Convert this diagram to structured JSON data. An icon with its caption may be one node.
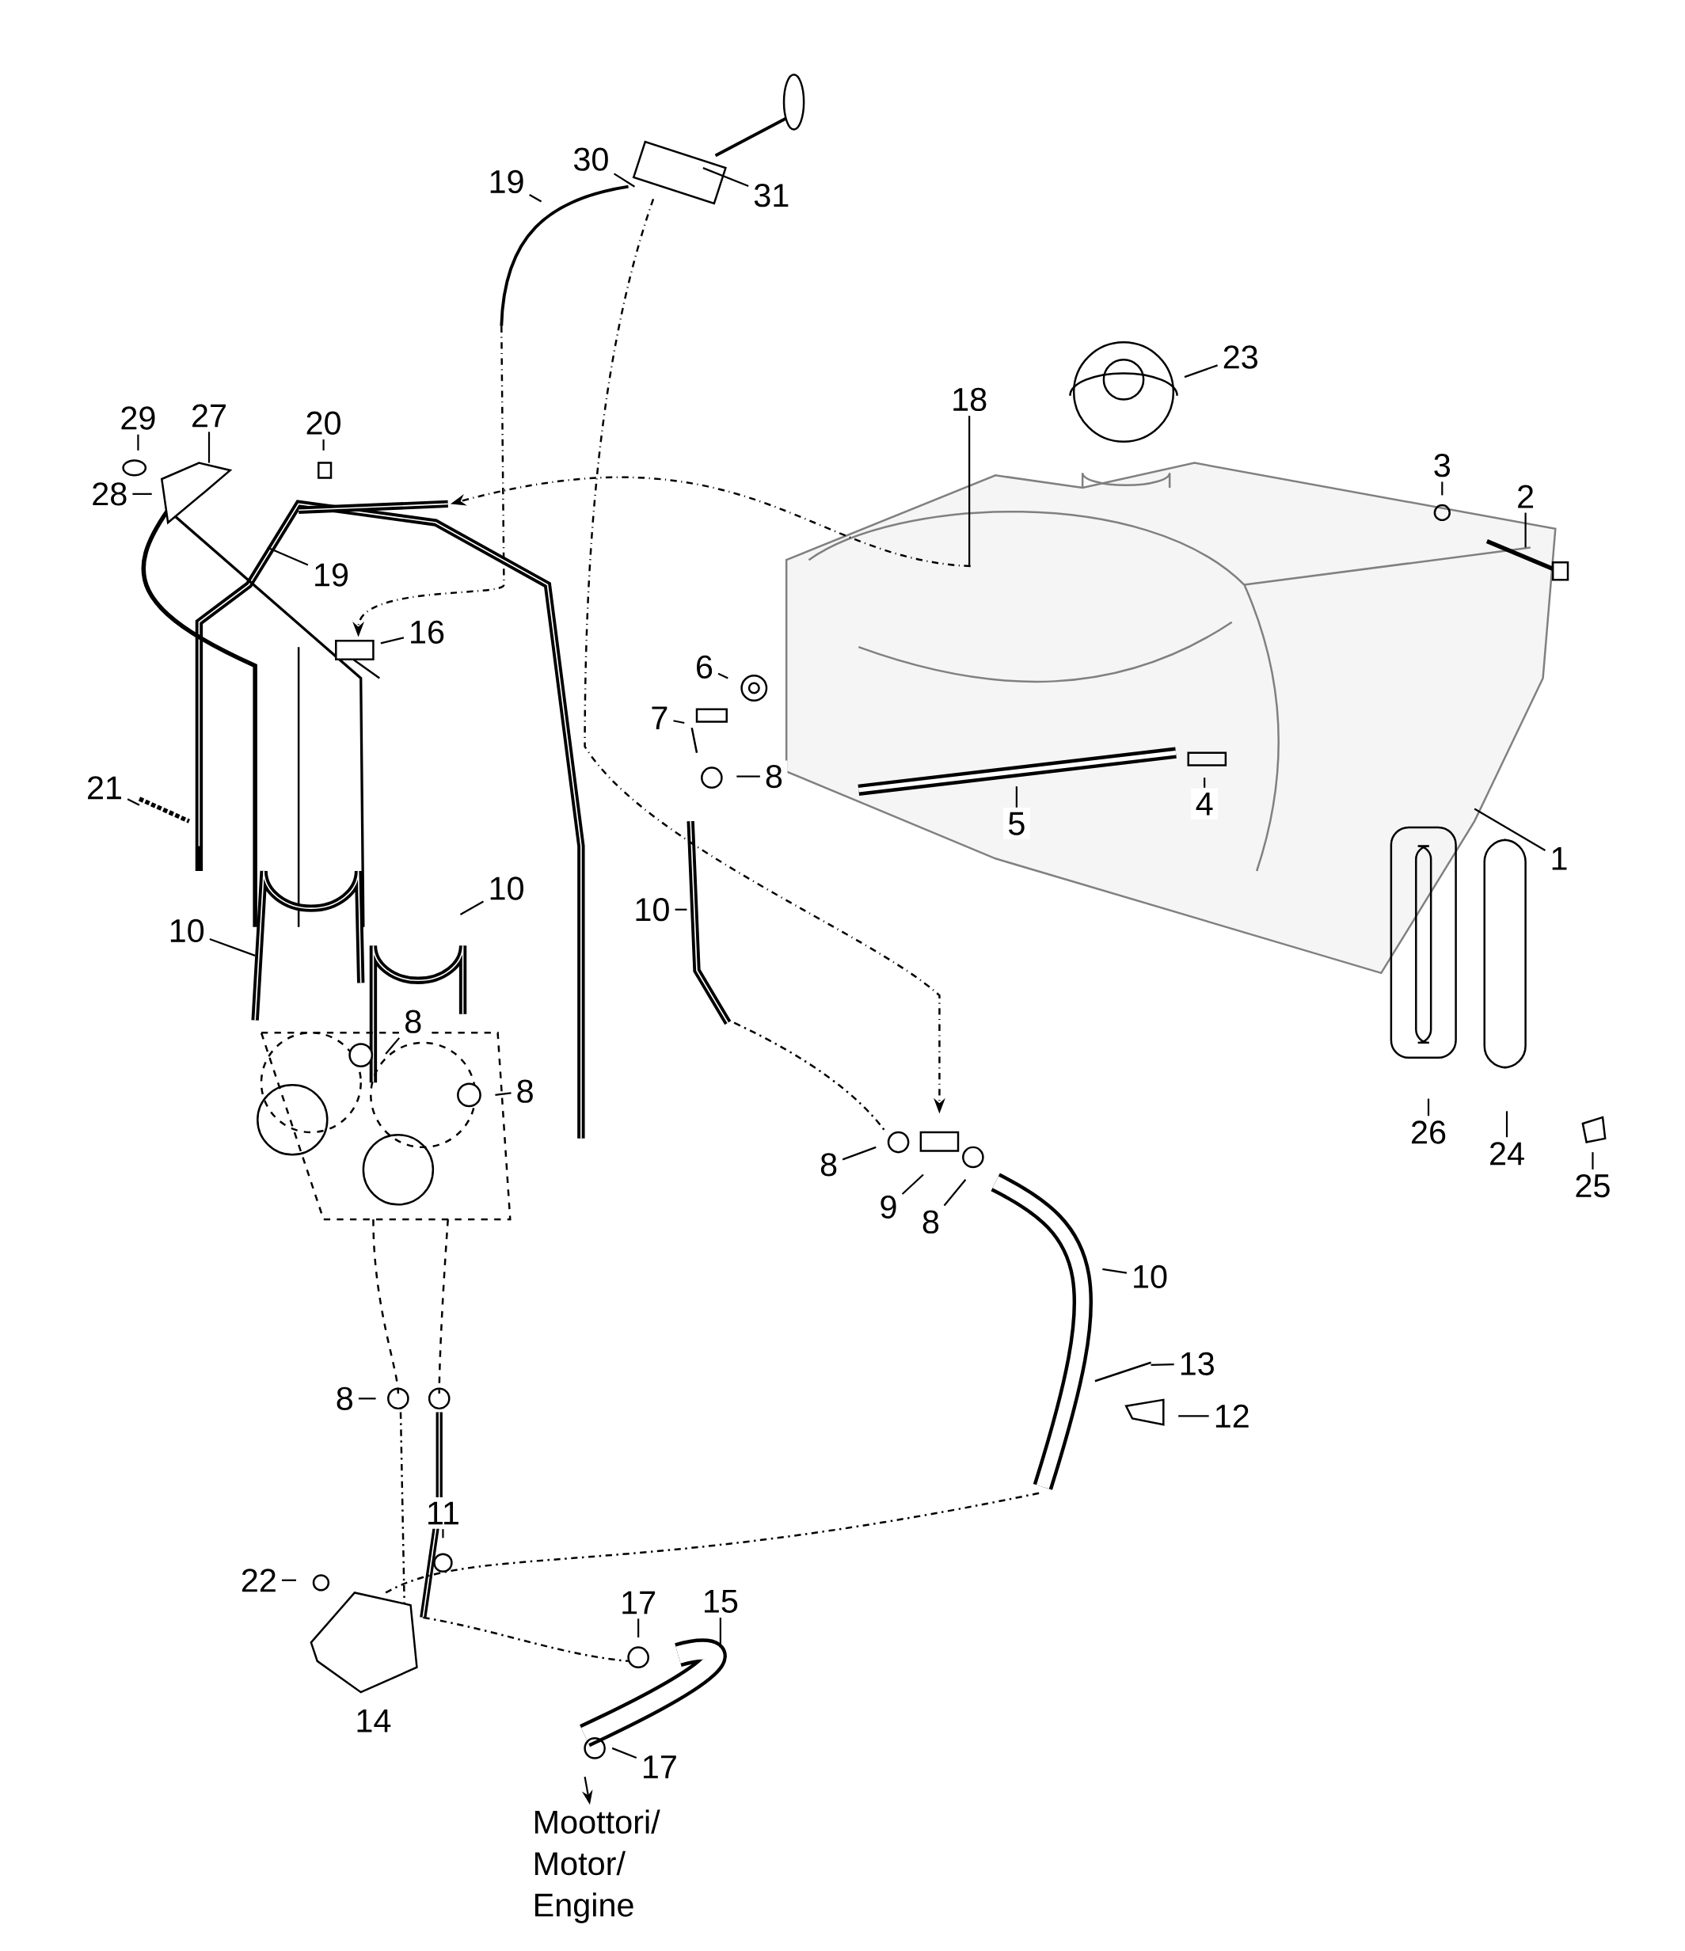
{
  "diagram": {
    "nodes": [
      {
        "text": [
          "30"
        ]
      },
      {
        "text": [
          "31"
        ]
      },
      {
        "text": [
          "19"
        ]
      },
      {
        "text": [
          "23"
        ]
      },
      {
        "text": [
          "18"
        ]
      },
      {
        "text": [
          "3"
        ]
      },
      {
        "text": [
          "2"
        ]
      },
      {
        "text": [
          "29"
        ]
      },
      {
        "text": [
          "27"
        ]
      },
      {
        "text": [
          "28"
        ]
      },
      {
        "text": [
          "20"
        ]
      },
      {
        "text": [
          "19"
        ]
      },
      {
        "text": [
          "16"
        ]
      },
      {
        "text": [
          "6"
        ]
      },
      {
        "text": [
          "7"
        ]
      },
      {
        "text": [
          "8"
        ]
      },
      {
        "text": [
          "21"
        ]
      },
      {
        "text": [
          "5"
        ]
      },
      {
        "text": [
          "4"
        ]
      },
      {
        "text": [
          "1"
        ]
      },
      {
        "text": [
          "10"
        ]
      },
      {
        "text": [
          "10"
        ]
      },
      {
        "text": [
          "10"
        ]
      },
      {
        "text": [
          "8"
        ]
      },
      {
        "text": [
          "8"
        ]
      },
      {
        "text": [
          "26"
        ]
      },
      {
        "text": [
          "24"
        ]
      },
      {
        "text": [
          "25"
        ]
      },
      {
        "text": [
          "8"
        ]
      },
      {
        "text": [
          "9"
        ]
      },
      {
        "text": [
          "8"
        ]
      },
      {
        "text": [
          "10"
        ]
      },
      {
        "text": [
          "13"
        ]
      },
      {
        "text": [
          "12"
        ]
      },
      {
        "text": [
          "8"
        ]
      },
      {
        "text": [
          "11"
        ]
      },
      {
        "text": [
          "22"
        ]
      },
      {
        "text": [
          "17"
        ]
      },
      {
        "text": [
          "15"
        ]
      },
      {
        "text": [
          "17"
        ]
      },
      {
        "text": [
          "Moottori/ Motor/ Engine"
        ]
      }
    ],
    "edges": [
      {
        "from": 0,
        "to": null,
        "arrow": "none"
      },
      {
        "from": 1,
        "to": null,
        "arrow": "none"
      },
      {
        "from": 2,
        "to": null,
        "arrow": "none"
      },
      {
        "from": 3,
        "to": null,
        "arrow": "none"
      },
      {
        "from": 4,
        "to": null,
        "arrow": "none"
      },
      {
        "from": 5,
        "to": null,
        "arrow": "none"
      },
      {
        "from": 6,
        "to": null,
        "arrow": "none"
      },
      {
        "from": 7,
        "to": null,
        "arrow": "none"
      },
      {
        "from": 8,
        "to": null,
        "arrow": "none"
      },
      {
        "from": 9,
        "to": null,
        "arrow": "none"
      },
      {
        "from": 10,
        "to": null,
        "arrow": "none"
      },
      {
        "from": 11,
        "to": null,
        "arrow": "none"
      },
      {
        "from": 12,
        "to": null,
        "arrow": "none"
      },
      {
        "from": 13,
        "to": null,
        "arrow": "none"
      },
      {
        "from": 14,
        "to": null,
        "arrow": "none"
      },
      {
        "from": 15,
        "to": null,
        "arrow": "none"
      },
      {
        "from": 16,
        "to": null,
        "arrow": "none"
      },
      {
        "from": 17,
        "to": null,
        "arrow": "none"
      },
      {
        "from": 18,
        "to": null,
        "arrow": "none"
      },
      {
        "from": 19,
        "to": null,
        "arrow": "none"
      },
      {
        "from": 20,
        "to": null,
        "arrow": "none"
      },
      {
        "from": 21,
        "to": null,
        "arrow": "none"
      },
      {
        "from": 22,
        "to": null,
        "arrow": "none"
      },
      {
        "from": 23,
        "to": null,
        "arrow": "none"
      },
      {
        "from": 24,
        "to": null,
        "arrow": "none"
      },
      {
        "from": 25,
        "to": null,
        "arrow": "none"
      },
      {
        "from": 26,
        "to": null,
        "arrow": "none"
      },
      {
        "from": 27,
        "to": null,
        "arrow": "none"
      },
      {
        "from": 28,
        "to": null,
        "arrow": "none"
      },
      {
        "from": 29,
        "to": null,
        "arrow": "none"
      },
      {
        "from": 30,
        "to": null,
        "arrow": "none"
      },
      {
        "from": 31,
        "to": null,
        "arrow": "none"
      },
      {
        "from": 32,
        "to": null,
        "arrow": "none"
      },
      {
        "from": 33,
        "to": null,
        "arrow": "none"
      },
      {
        "from": 34,
        "to": null,
        "arrow": "none"
      },
      {
        "from": 35,
        "to": null,
        "arrow": "none"
      },
      {
        "from": 36,
        "to": null,
        "arrow": "none"
      },
      {
        "from": 37,
        "to": null,
        "arrow": "none"
      },
      {
        "from": 38,
        "to": null,
        "arrow": "none"
      },
      {
        "from": 39,
        "to": null,
        "arrow": "none"
      },
      {
        "from": null,
        "to": 40,
        "arrow": "to"
      }
    ],
    "labels": [
      "14"
    ]
  }
}
